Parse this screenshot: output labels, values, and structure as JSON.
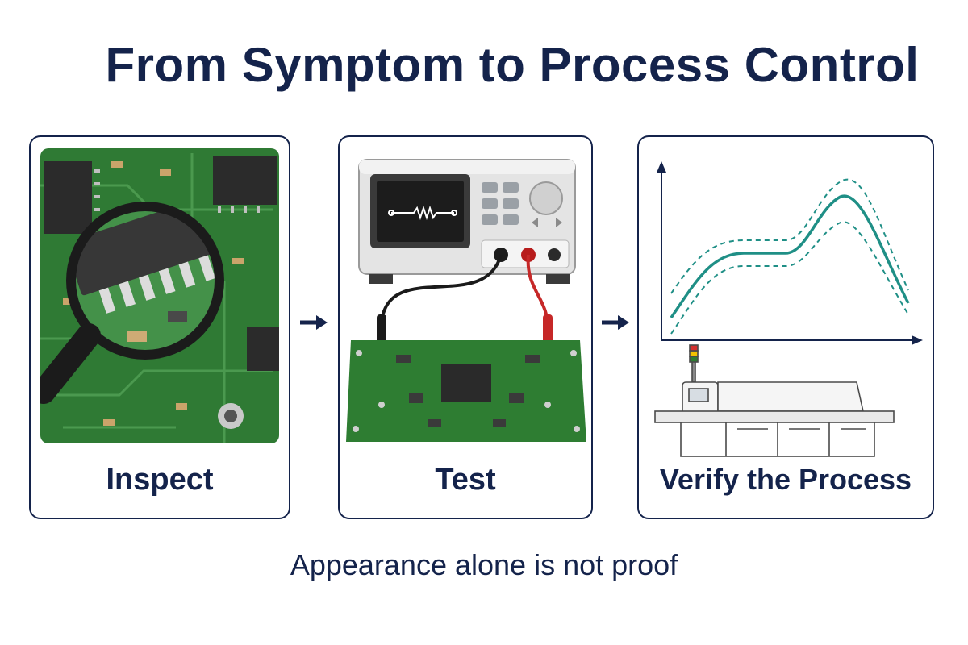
{
  "title": "From Symptom to Process Control",
  "steps": [
    {
      "label": "Inspect",
      "icon": "magnifying-glass-pcb-icon"
    },
    {
      "label": "Test",
      "icon": "bench-meter-with-probes-icon"
    },
    {
      "label": "Verify the Process",
      "icon": "reflow-profile-and-oven-icon"
    }
  ],
  "caption": "Appearance alone is not proof",
  "colors": {
    "navy": "#14234b",
    "pcb_green": "#2e7d32",
    "teal": "#1f8f86",
    "probe_red": "#c62828"
  }
}
